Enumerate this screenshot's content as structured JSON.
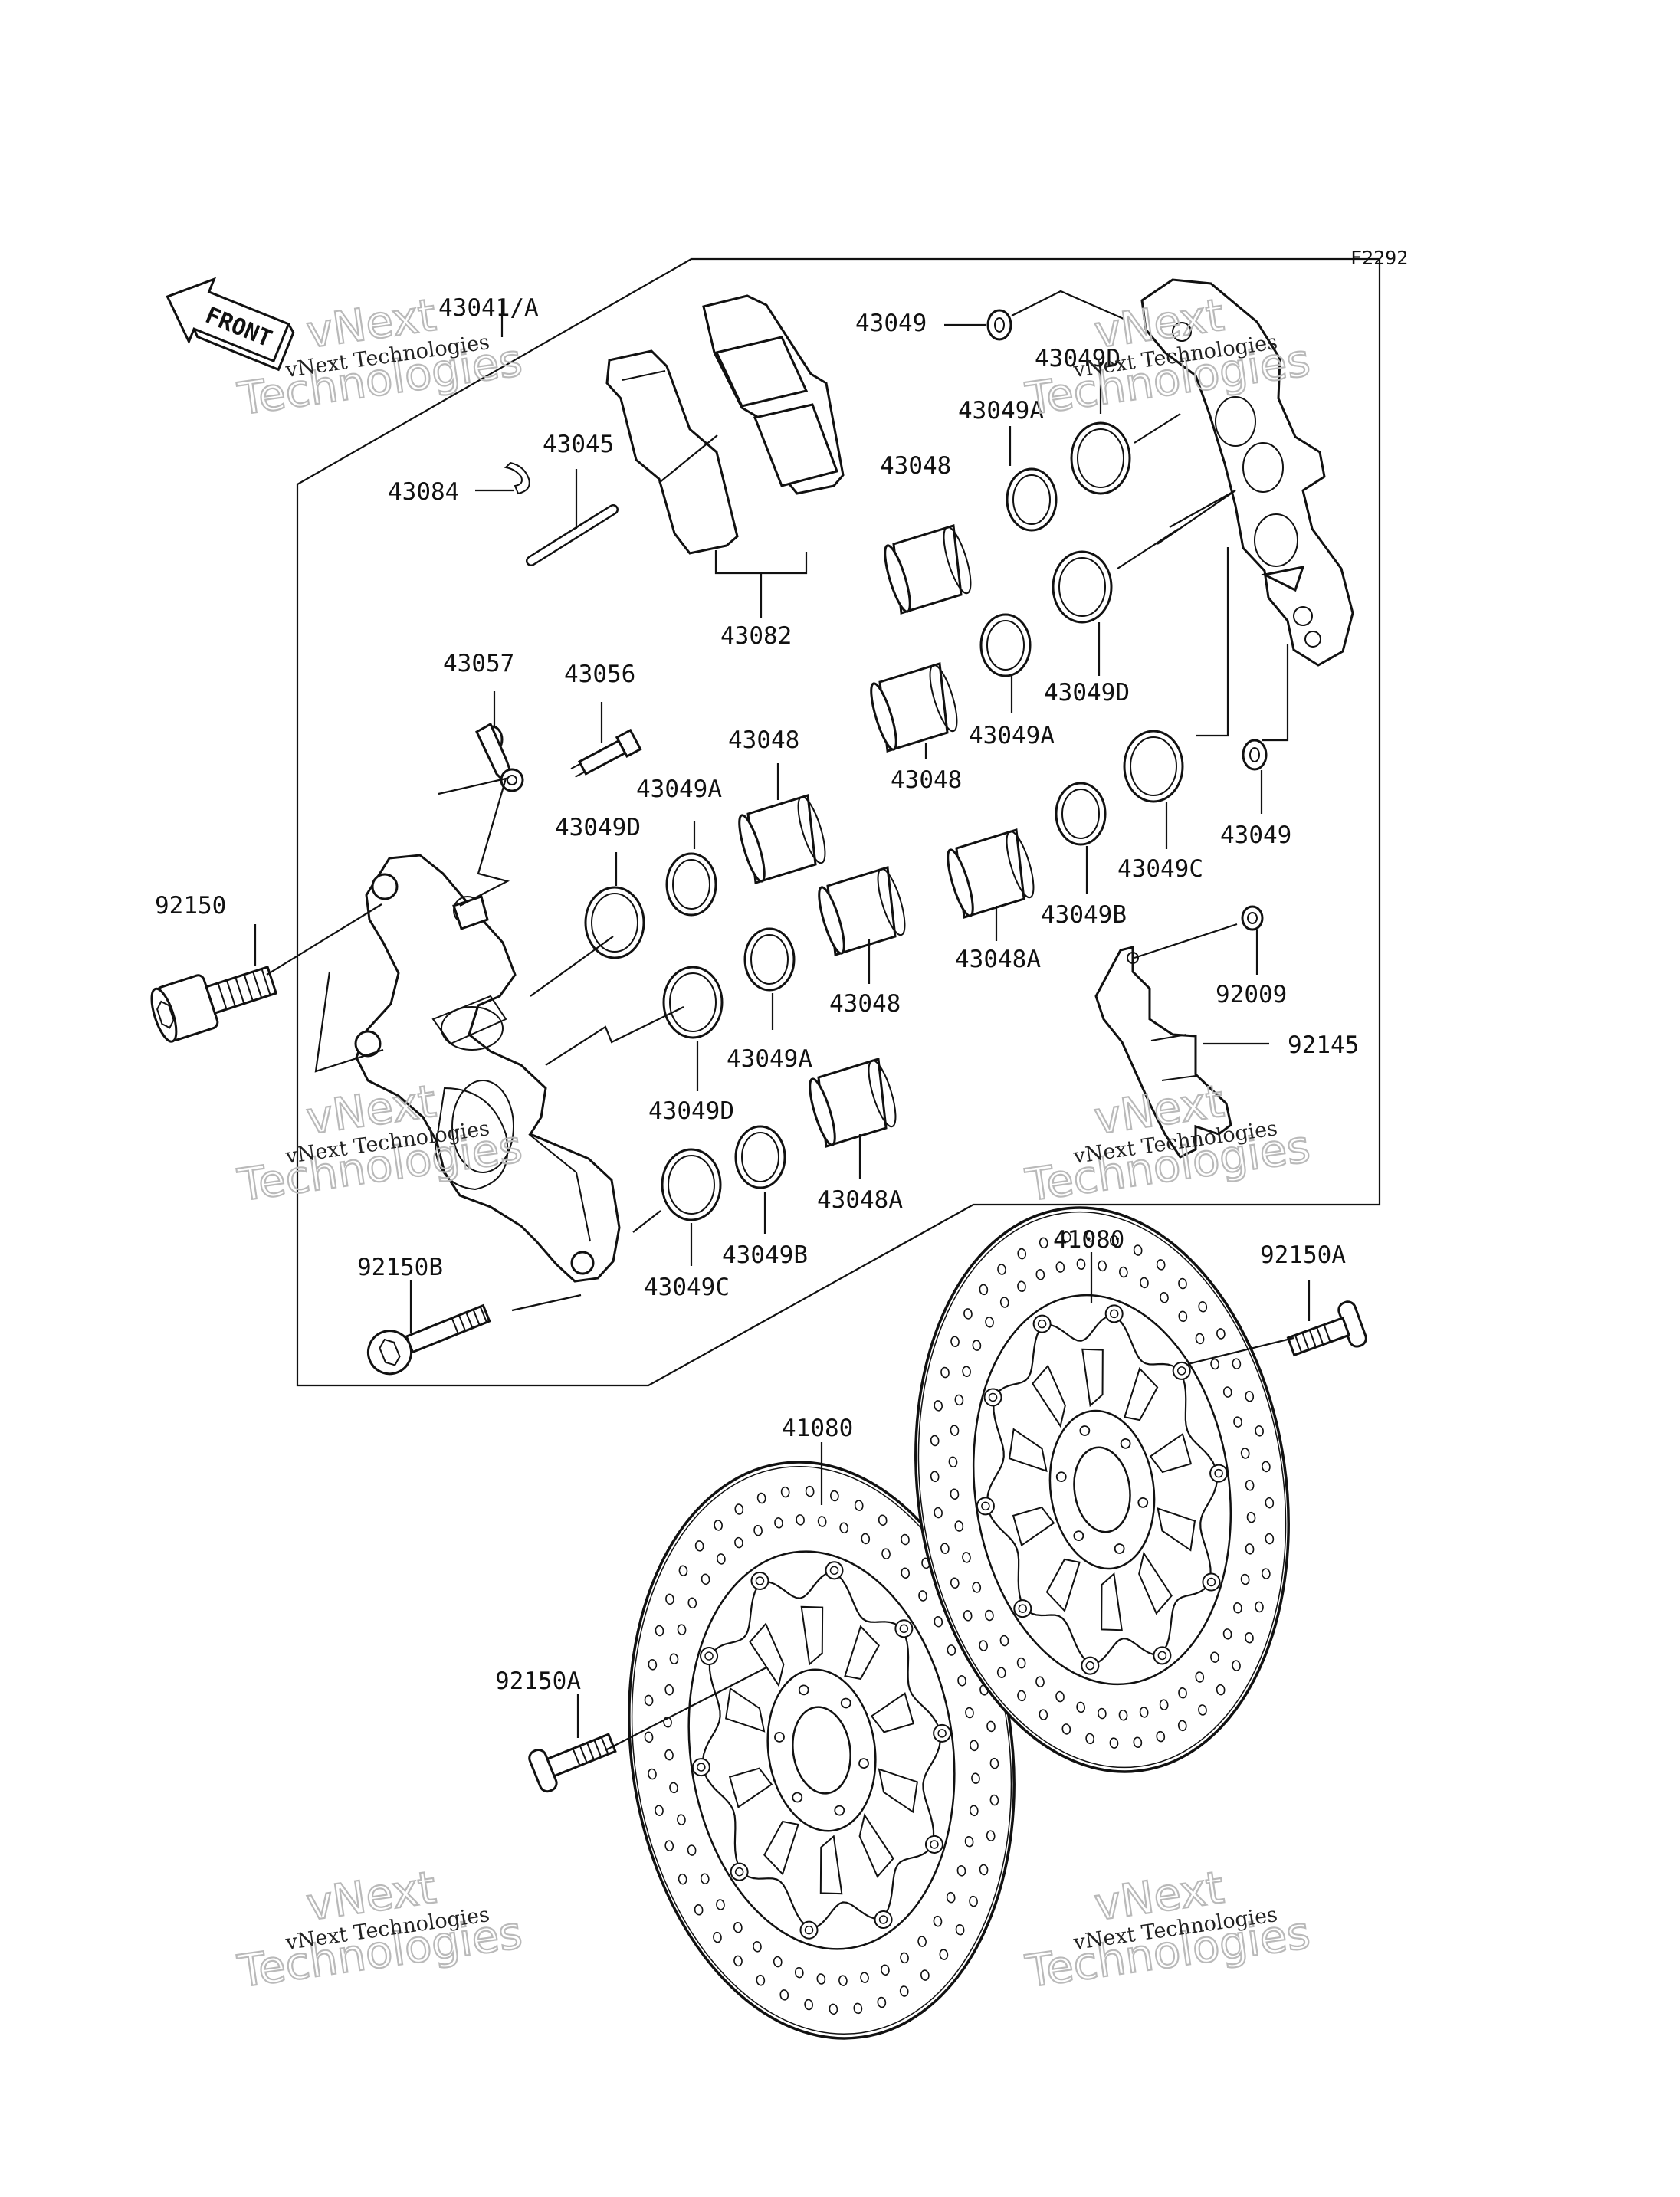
{
  "figure_code": "F2292",
  "front_label": "FRONT",
  "watermark": {
    "line1": "vNext Technologies",
    "line2a": "vNext",
    "line2b": "Technologies"
  },
  "callouts": [
    {
      "id": "lbl-43041A",
      "text": "43041/A"
    },
    {
      "id": "lbl-43084",
      "text": "43084"
    },
    {
      "id": "lbl-43045",
      "text": "43045"
    },
    {
      "id": "lbl-43082",
      "text": "43082"
    },
    {
      "id": "lbl-43049-top",
      "text": "43049"
    },
    {
      "id": "lbl-43049D-top",
      "text": "43049D"
    },
    {
      "id": "lbl-43049A-1",
      "text": "43049A"
    },
    {
      "id": "lbl-43048-1",
      "text": "43048"
    },
    {
      "id": "lbl-43049D-2",
      "text": "43049D"
    },
    {
      "id": "lbl-43049A-2",
      "text": "43049A"
    },
    {
      "id": "lbl-43048-2",
      "text": "43048"
    },
    {
      "id": "lbl-43049-right",
      "text": "43049"
    },
    {
      "id": "lbl-43057",
      "text": "43057"
    },
    {
      "id": "lbl-43056",
      "text": "43056"
    },
    {
      "id": "lbl-43048-3",
      "text": "43048"
    },
    {
      "id": "lbl-43049A-3",
      "text": "43049A"
    },
    {
      "id": "lbl-43049D-3",
      "text": "43049D"
    },
    {
      "id": "lbl-43049C-1",
      "text": "43049C"
    },
    {
      "id": "lbl-43049B-1",
      "text": "43049B"
    },
    {
      "id": "lbl-43048A-1",
      "text": "43048A"
    },
    {
      "id": "lbl-92150",
      "text": "92150"
    },
    {
      "id": "lbl-43048-4",
      "text": "43048"
    },
    {
      "id": "lbl-43049A-4",
      "text": "43049A"
    },
    {
      "id": "lbl-43049D-4",
      "text": "43049D"
    },
    {
      "id": "lbl-92009",
      "text": "92009"
    },
    {
      "id": "lbl-92145",
      "text": "92145"
    },
    {
      "id": "lbl-43048A-2",
      "text": "43048A"
    },
    {
      "id": "lbl-43049B-2",
      "text": "43049B"
    },
    {
      "id": "lbl-43049C-2",
      "text": "43049C"
    },
    {
      "id": "lbl-92150B",
      "text": "92150B"
    },
    {
      "id": "lbl-41080-1",
      "text": "41080"
    },
    {
      "id": "lbl-92150A-1",
      "text": "92150A"
    },
    {
      "id": "lbl-41080-2",
      "text": "41080"
    },
    {
      "id": "lbl-92150A-2",
      "text": "92150A"
    }
  ]
}
